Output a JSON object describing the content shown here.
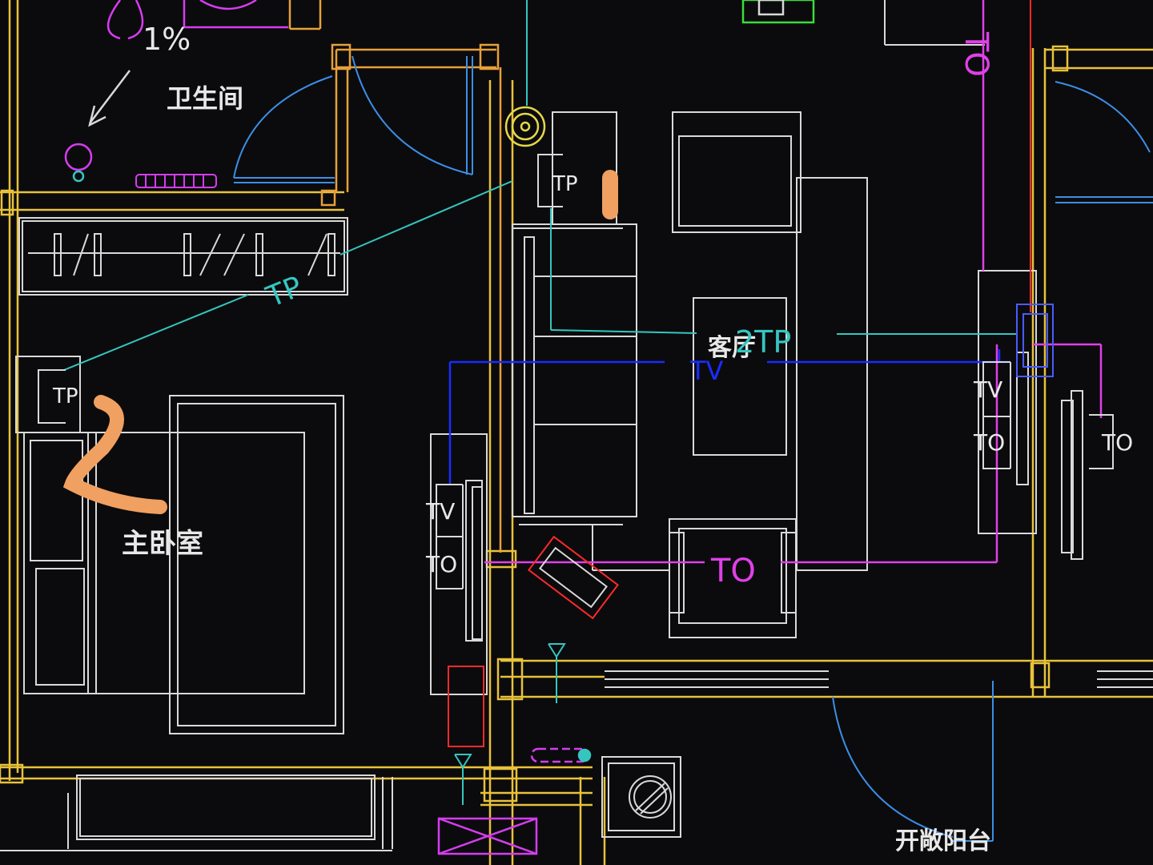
{
  "colors": {
    "background": "#0b0b0d",
    "wall": "#e8c23a",
    "wall_inner": "#e8a03a",
    "furniture": "#d9d9d9",
    "door_arc": "#3b8fe6",
    "tp_cable": "#35c6c0",
    "tv_cable": "#1a2cff",
    "to_cable": "#e040e8",
    "riser_red": "#ff2a2a",
    "lamp_magenta": "#d63cf0",
    "marker_orange": "#f0a060",
    "green_box": "#3ddc3d"
  },
  "labels": {
    "bathroom": "卫生间",
    "master_bedroom": "主卧室",
    "living_room": "客厅",
    "balcony": "开敞阳台",
    "slope": "1%",
    "tp_top": "TP",
    "tp_diag": "TP",
    "tp_left": "TP",
    "tp_2": "2TP",
    "tv_mid": "TV",
    "tv_left": "TV",
    "to_left": "TO",
    "to_center": "TO",
    "tv_right": "TV",
    "to_right_a": "TO",
    "to_right_b": "TO",
    "to_top_right": "TO"
  }
}
